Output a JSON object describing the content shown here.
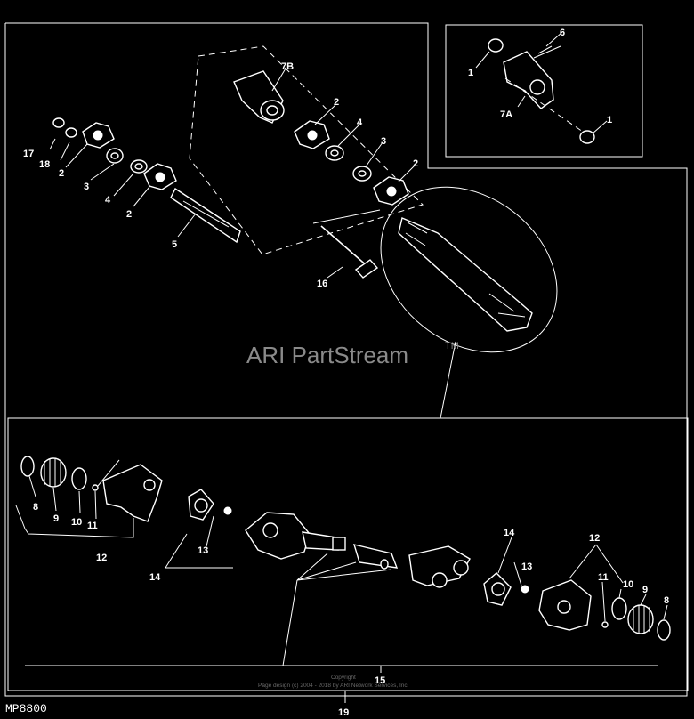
{
  "diagram_code": "MP8800",
  "watermark": {
    "brand": "ARI PartStream",
    "trademark": "TM"
  },
  "copyright": {
    "line1": "Copyright",
    "line2": "Page design (c) 2004 - 2018 by ARI Network Services, Inc."
  },
  "callouts": {
    "c1a": "1",
    "c1b": "1",
    "c6": "6",
    "c7a": "7A",
    "c7b": "7B",
    "c2a": "2",
    "c2b": "2",
    "c2c": "2",
    "c2d": "2",
    "c3a": "3",
    "c3b": "3",
    "c4a": "4",
    "c4b": "4",
    "c5": "5",
    "c16": "16",
    "c17": "17",
    "c18": "18",
    "c8a": "8",
    "c8b": "8",
    "c9a": "9",
    "c9b": "9",
    "c10a": "10",
    "c10b": "10",
    "c11a": "11",
    "c11b": "11",
    "c12a": "12",
    "c12b": "12",
    "c13a": "13",
    "c13b": "13",
    "c14a": "14",
    "c14b": "14",
    "c15": "15",
    "c19": "19"
  }
}
